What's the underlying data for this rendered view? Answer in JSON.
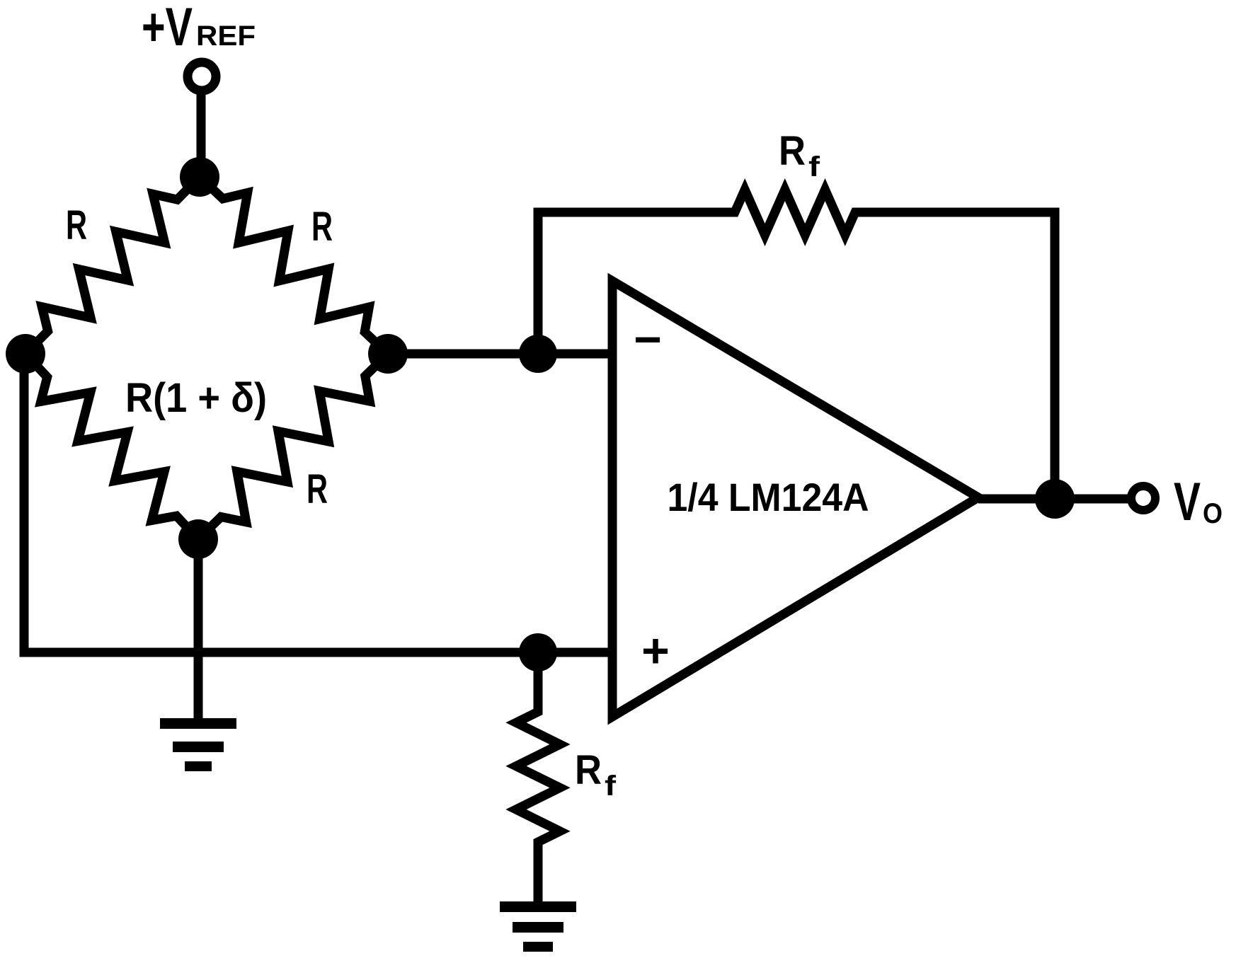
{
  "figure": {
    "type": "circuit-schematic",
    "description": "Wheatstone bridge amplifier built around one quarter of an LM124A op amp"
  },
  "colors": {
    "ink": "#000000",
    "background": "#ffffff"
  },
  "labels": {
    "supply_main": "+V",
    "supply_sub": "REF",
    "bridge_r_top_left": "R",
    "bridge_r_top_right": "R",
    "bridge_r_variable": "R(1 + δ)",
    "bridge_r_bottom_right": "R",
    "feedback_r_main": "R",
    "feedback_r_sub": "f",
    "ground_r_main": "R",
    "ground_r_sub": "f",
    "opamp": "1/4 LM124A",
    "inverting_input": "−",
    "noninverting_input": "+",
    "output_main": "V",
    "output_sub": "O"
  }
}
